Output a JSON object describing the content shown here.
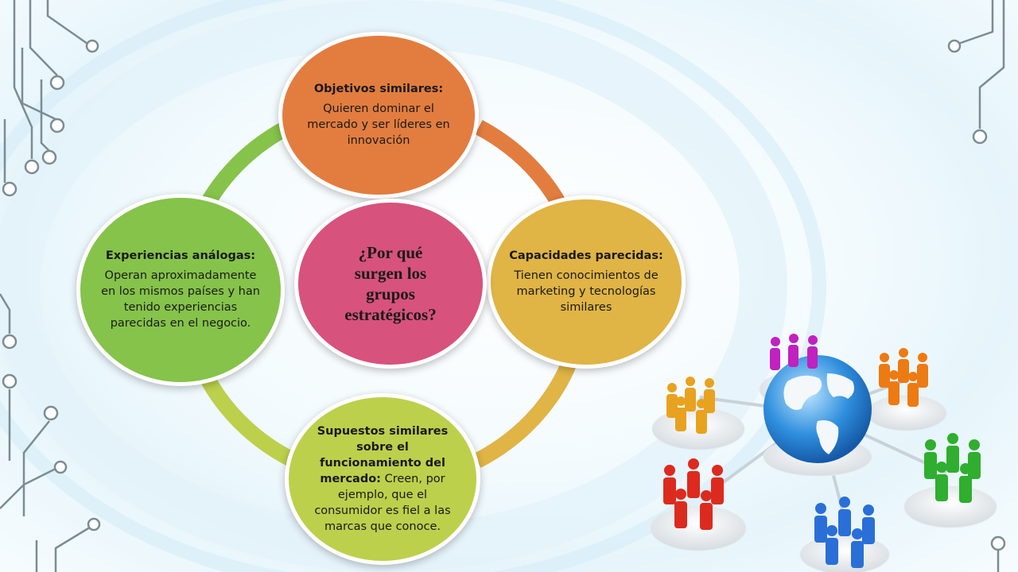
{
  "center": {
    "question": "¿Por qué surgen los grupos estratégicos?"
  },
  "nodes": {
    "top": {
      "title": "Objetivos similares:",
      "body": "Quieren dominar el mercado y ser líderes en innovación"
    },
    "right": {
      "title": "Capacidades parecidas:",
      "body": "Tienen conocimientos de marketing y tecnologías similares"
    },
    "bottom": {
      "title": "Supuestos similares sobre el funcionamiento del mercado:",
      "body": "Creen, por ejemplo, que el consumidor es fiel a las marcas que conoce."
    },
    "left": {
      "title": "Experiencias análogas:",
      "body": "Operan aproximadamente en los mismos países y han tenido experiencias parecidas en el negocio."
    }
  },
  "colors": {
    "top": "#e27d3f",
    "right": "#e0b445",
    "bottom": "#bcd04c",
    "left": "#86c34a",
    "center": "#d7527d",
    "circuit": "#7c8c93"
  },
  "illustration": {
    "icon": "global-network-people-icon",
    "group_colors": [
      "#e8a21f",
      "#c021c0",
      "#ee7a12",
      "#2fae2f",
      "#2a6fd8",
      "#dd2a1f"
    ]
  }
}
